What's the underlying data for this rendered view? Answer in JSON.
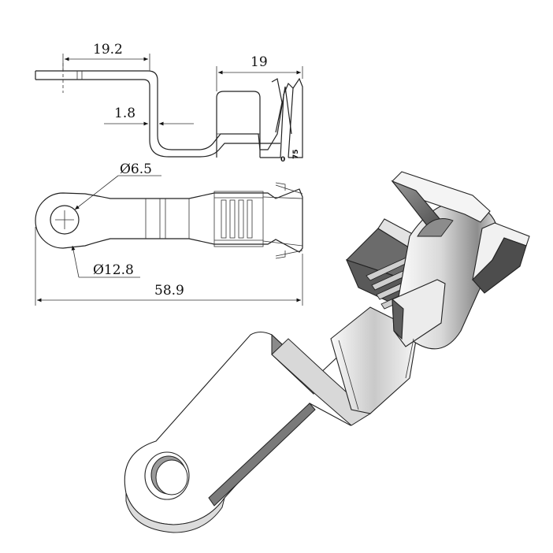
{
  "dimensions": {
    "top_length": "19.2",
    "crimp_length": "19",
    "thickness": "1.8",
    "hole_diameter": "Ø6.5",
    "ring_diameter": "Ø12.8",
    "overall_length": "58.9"
  },
  "side_view_small_labels": {
    "label_a": "0",
    "label_b": "75"
  },
  "colors": {
    "line": "#222222",
    "shade_dark": "#6e6e6e",
    "shade_mid": "#bdbdbd",
    "shade_light": "#f2f2f2"
  }
}
